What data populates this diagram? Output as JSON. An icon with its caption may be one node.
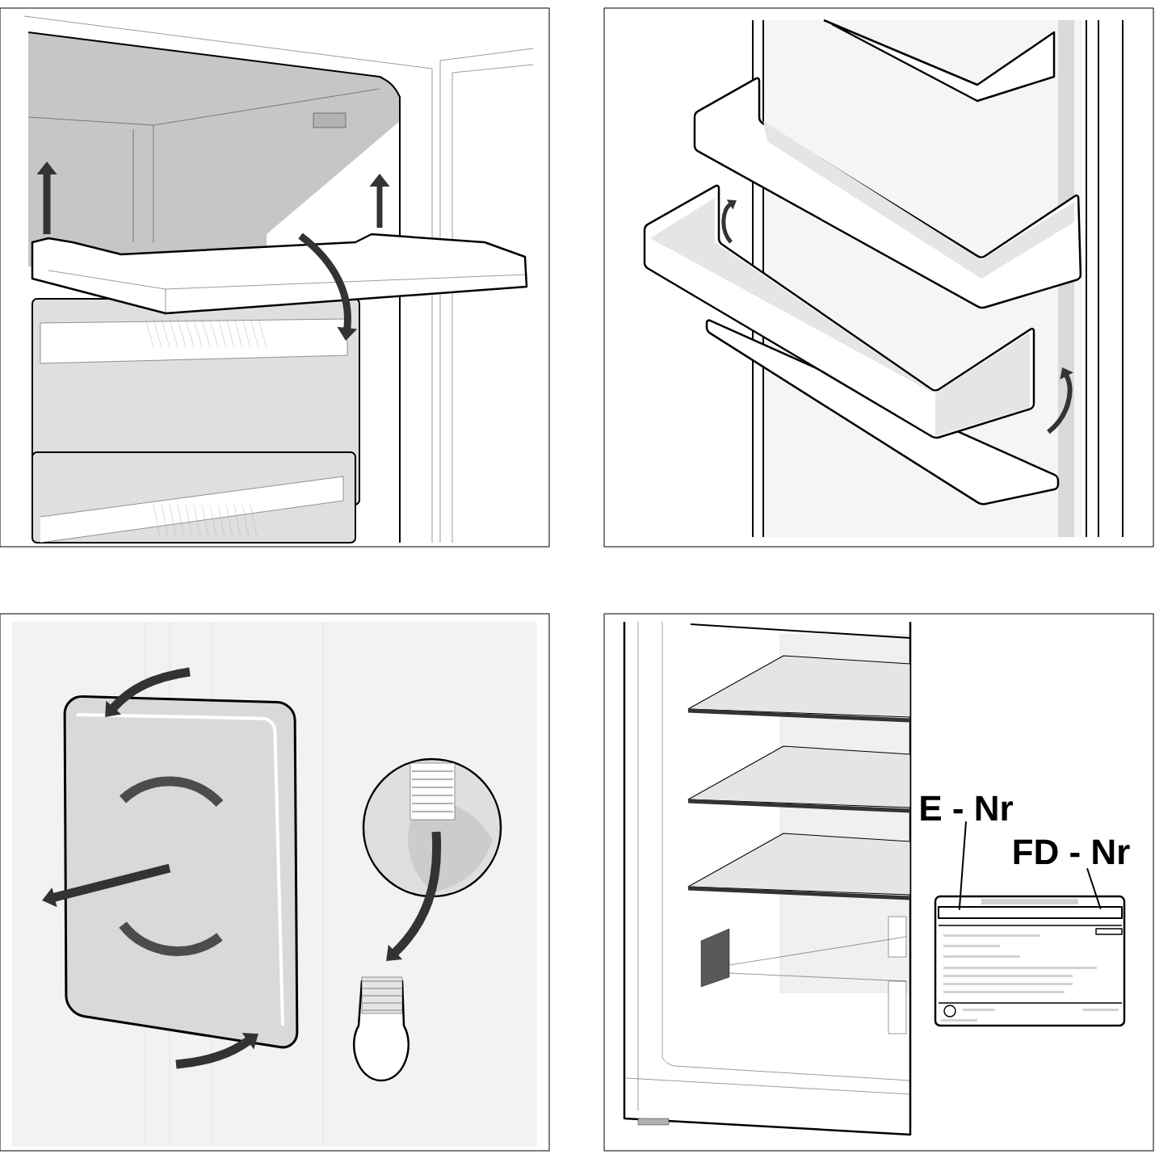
{
  "diagram": {
    "nodes": [
      {
        "text": [
          "E - Nr"
        ]
      },
      {
        "text": [
          "FD - Nr"
        ]
      },
      {
        "text": [],
        "shape": "box"
      }
    ],
    "edges": [
      {
        "from": 0,
        "to": 2,
        "arrow": "none"
      },
      {
        "from": 1,
        "to": 2,
        "arrow": "none"
      }
    ]
  }
}
